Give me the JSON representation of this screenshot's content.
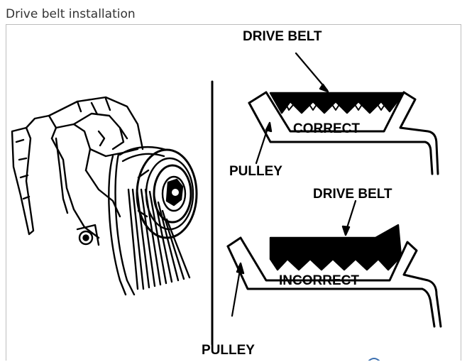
{
  "caption": "Drive belt installation",
  "diagram": {
    "labels": {
      "drive_belt_top": "DRIVE BELT",
      "correct": "CORRECT",
      "pulley_top": "PULLEY",
      "drive_belt_bottom": "DRIVE BELT",
      "incorrect": "INCORRECT",
      "pulley_bottom": "PULLEY"
    },
    "colors": {
      "ink": "#000000",
      "frame": "#bdbdbd",
      "caption": "#333333"
    },
    "icons": [
      "alternator-illustration",
      "belt-correct-icon",
      "belt-incorrect-icon"
    ]
  }
}
